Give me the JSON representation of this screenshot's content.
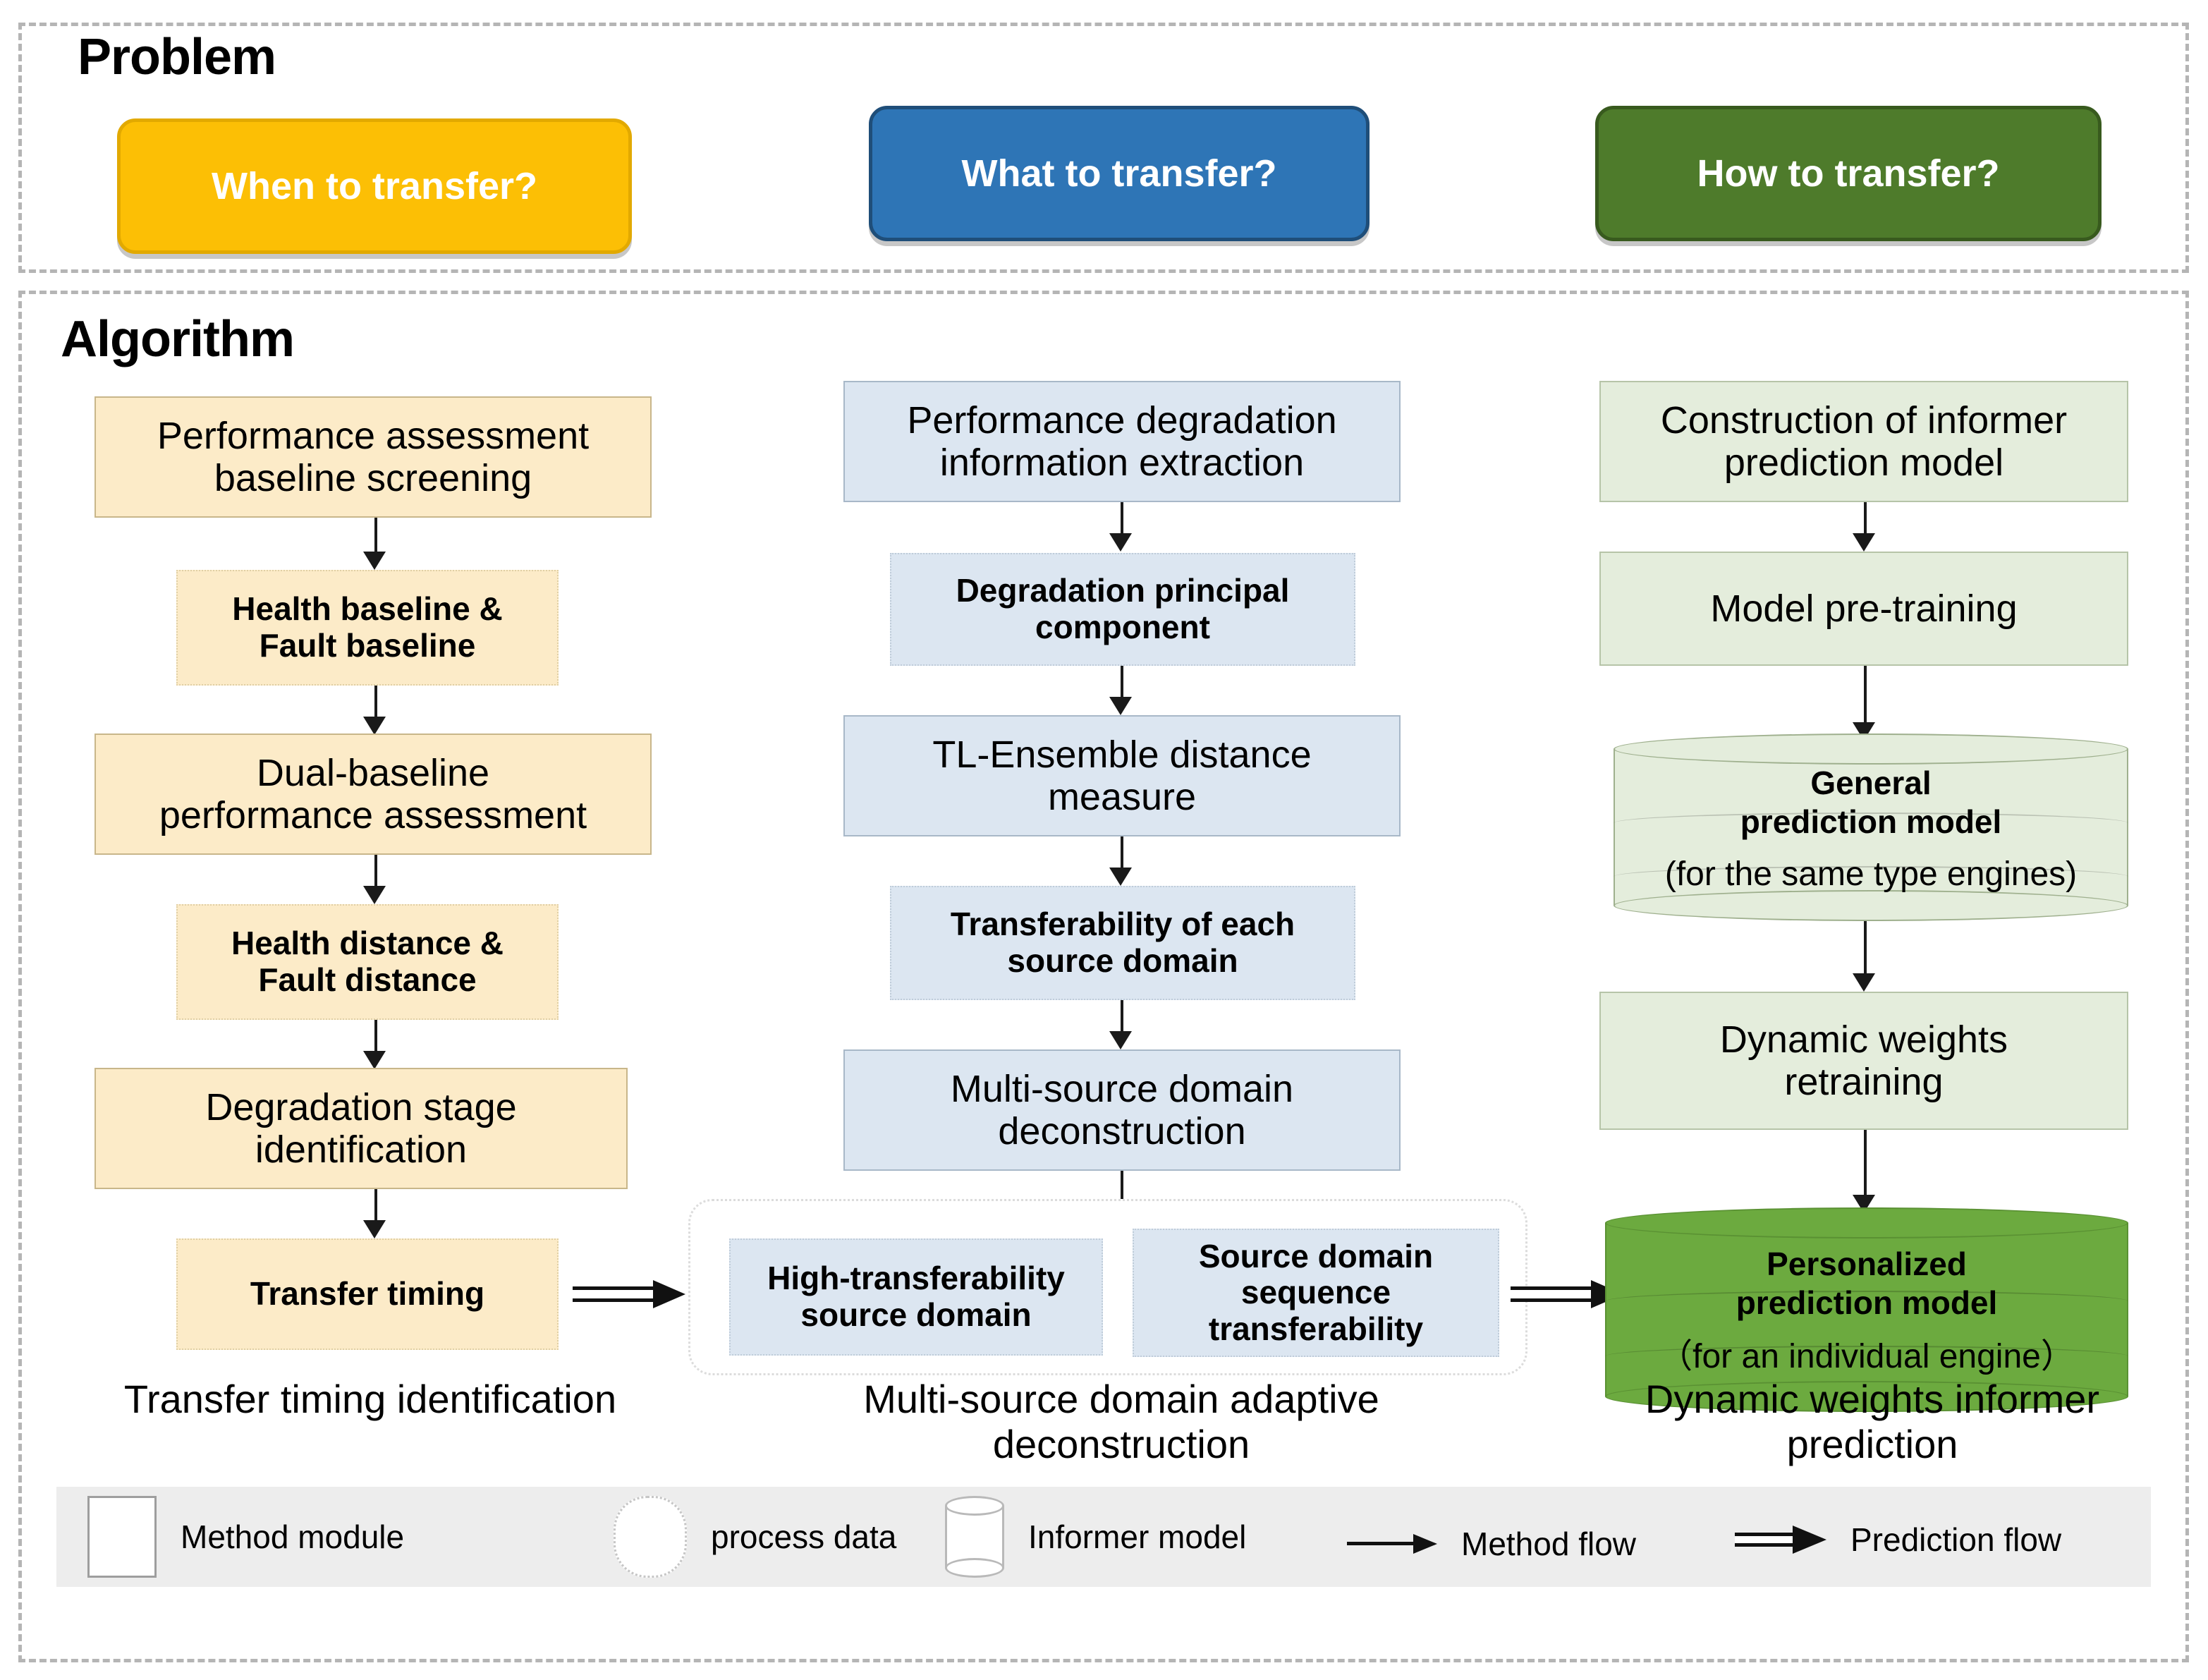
{
  "problem": {
    "title": "Problem",
    "items": [
      {
        "label": "When  to transfer?",
        "color": "#FCBF05"
      },
      {
        "label": "What to transfer?",
        "color": "#2E75B6"
      },
      {
        "label": "How to transfer?",
        "color": "#4E7B2B"
      }
    ]
  },
  "algorithm": {
    "title": "Algorithm",
    "columns": [
      {
        "caption": "Transfer timing identification",
        "nodes": [
          {
            "type": "module",
            "label": "Performance assessment\nbaseline screening"
          },
          {
            "type": "data",
            "label": "Health baseline &\nFault baseline"
          },
          {
            "type": "module",
            "label": "Dual-baseline\nperformance assessment"
          },
          {
            "type": "data",
            "label": "Health distance &\nFault distance"
          },
          {
            "type": "module",
            "label": "Degradation stage\nidentification"
          },
          {
            "type": "data",
            "label": "Transfer timing"
          }
        ]
      },
      {
        "caption": "Multi-source domain adaptive\ndeconstruction",
        "nodes": [
          {
            "type": "module",
            "label": "Performance degradation\ninformation extraction"
          },
          {
            "type": "data",
            "label": "Degradation principal\ncomponent"
          },
          {
            "type": "module",
            "label": "TL-Ensemble distance\nmeasure"
          },
          {
            "type": "data",
            "label": "Transferability of each\nsource domain"
          },
          {
            "type": "module",
            "label": "Multi-source domain\ndeconstruction"
          },
          {
            "type": "data",
            "label": "High-transferability\nsource domain"
          },
          {
            "type": "data",
            "label": "Source domain\nsequence\ntransferability"
          }
        ]
      },
      {
        "caption": "Dynamic weights informer\nprediction",
        "nodes": [
          {
            "type": "module",
            "label": "Construction of informer\nprediction model"
          },
          {
            "type": "module",
            "label": "Model pre-training"
          },
          {
            "type": "informer",
            "label_main": "General\nprediction model",
            "label_sub": "(for the same type engines)"
          },
          {
            "type": "module",
            "label": "Dynamic weights\nretraining"
          },
          {
            "type": "informer",
            "label_main": "Personalized\nprediction model",
            "label_sub": "（for an individual engine）"
          }
        ]
      }
    ]
  },
  "legend": {
    "items": [
      {
        "icon": "method-module-shape",
        "label": "Method module"
      },
      {
        "icon": "process-data-shape",
        "label": "process data"
      },
      {
        "icon": "informer-model-shape",
        "label": "Informer model"
      },
      {
        "icon": "method-flow-arrow",
        "label": "Method flow"
      },
      {
        "icon": "prediction-flow-arrow",
        "label": "Prediction flow"
      }
    ]
  },
  "colors": {
    "cream": "#FCEBC8",
    "blue": "#DCE6F1",
    "green_light": "#E4EDDC",
    "green_dark": "#6CAA3F",
    "accent_yellow": "#FCBF05",
    "accent_blue": "#2E75B6",
    "accent_green": "#4E7B2B",
    "legend_bg": "#EDEDED"
  }
}
